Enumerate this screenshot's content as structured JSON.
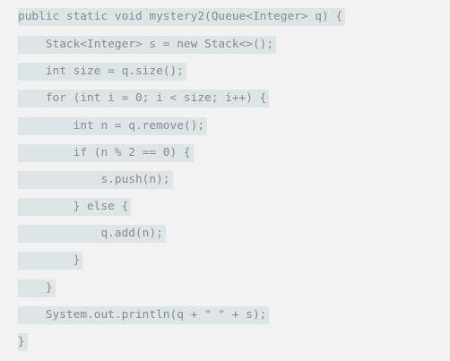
{
  "code": {
    "lines": [
      "public static void mystery2(Queue<Integer> q) {",
      "    Stack<Integer> s = new Stack<>();",
      "    int size = q.size();",
      "    for (int i = 0; i < size; i++) {",
      "        int n = q.remove();",
      "        if (n % 2 == 0) {",
      "            s.push(n);",
      "        } else {",
      "            q.add(n);",
      "        }",
      "    }",
      "    System.out.println(q + \" \" + s);",
      "}"
    ]
  }
}
